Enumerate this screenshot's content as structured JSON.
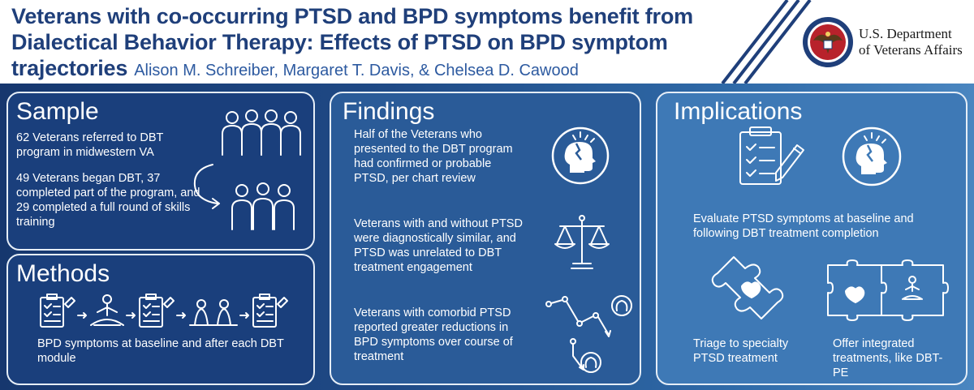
{
  "header": {
    "title": "Veterans with co-occurring PTSD and BPD symptoms benefit from Dialectical Behavior Therapy: Effects of PTSD on BPD symptom trajectories",
    "authors": "Alison M. Schreiber, Margaret T. Davis, & Chelsea D. Cawood",
    "org_line1": "U.S. Department",
    "org_line2": "of Veterans Affairs"
  },
  "sample": {
    "title": "Sample",
    "text1": "62 Veterans referred to DBT program in midwestern VA",
    "text2": "49 Veterans began DBT, 37 completed part of the program, and 29 completed a full round of skills training"
  },
  "methods": {
    "title": "Methods",
    "text": "BPD symptoms at baseline and after each DBT module"
  },
  "findings": {
    "title": "Findings",
    "text1": "Half of the Veterans who presented to the DBT program had confirmed or probable PTSD, per chart review",
    "text2": "Veterans with and without PTSD were diagnostically similar, and PTSD was unrelated to DBT treatment engagement",
    "text3": "Veterans with comorbid PTSD reported greater reductions in BPD symptoms over course of treatment"
  },
  "implications": {
    "title": "Implications",
    "text1": "Evaluate PTSD symptoms at baseline and following DBT treatment completion",
    "text2": "Triage to specialty PTSD treatment",
    "text3": "Offer integrated treatments, like DBT-PE"
  },
  "colors": {
    "title_blue": "#1f3f7a",
    "author_blue": "#2d5aa0",
    "panel_dark": "#1a3f7c",
    "panel_mid": "#2a5b98",
    "panel_light": "#3e79b6"
  }
}
